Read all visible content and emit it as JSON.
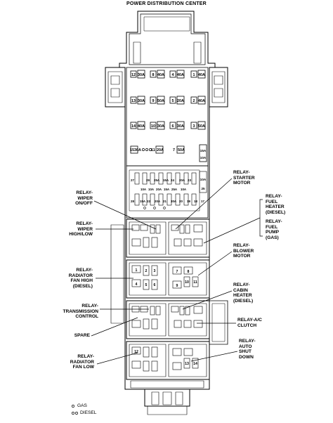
{
  "title": "POWER DISTRIBUTION CENTER",
  "fuse_rows": [
    [
      {
        "num": "12",
        "amp": "30A"
      },
      {
        "num": "8",
        "amp": "40A"
      },
      {
        "num": "4",
        "amp": "40A"
      },
      {
        "num": "1",
        "amp": "40A"
      }
    ],
    [
      {
        "num": "13",
        "amp": "30A"
      },
      {
        "num": "9",
        "amp": "50A"
      },
      {
        "num": "5",
        "amp": "20A"
      },
      {
        "num": "2",
        "amp": "40A"
      }
    ],
    [
      {
        "num": "14",
        "amp": "40A"
      },
      {
        "num": "10",
        "amp": "30A"
      },
      {
        "num": "6",
        "amp": "30A"
      },
      {
        "num": "3",
        "amp": "50A"
      }
    ]
  ],
  "fuse_row4": {
    "left_num": "15",
    "left_amp": "30A",
    "mid_num": "11",
    "mid_amp": "20A",
    "right_num": "7",
    "right_amp": "50A"
  },
  "mini": {
    "right_a": "15A",
    "right_b": "10A",
    "right_c": "10A",
    "right_d": "25",
    "n27": "27",
    "n29": "29",
    "n28": "28",
    "n24": "24",
    "n23": "23",
    "n22": "22",
    "n21": "21",
    "n20": "20",
    "n19": "19",
    "n18": "18",
    "n17": "17",
    "a25": "25A",
    "a15": "15A",
    "a20": "20A",
    "a10": "10A",
    "a10b": "10A",
    "a20b": "20A",
    "a15b": "15A",
    "a25b": "25A",
    "a15c": "15A",
    "a20c": "20A",
    "a30": "30A",
    "a10c": "10A"
  },
  "relay_nums": [
    "1",
    "2",
    "3",
    "4",
    "5",
    "6",
    "7",
    "8",
    "9",
    "10",
    "11",
    "12",
    "13",
    "14"
  ],
  "labels_left": {
    "wiper_onoff": [
      "RELAY-",
      "WIPER",
      "ON/OFF"
    ],
    "wiper_highlow": [
      "RELAY-",
      "WIPER",
      "HIGH/LOW"
    ],
    "radiator_fan_high": [
      "RELAY-",
      "RADIATOR",
      "FAN HIGH",
      "(DIESEL)"
    ],
    "transmission": [
      "RELAY-",
      "TRANSMISSION",
      "CONTROL"
    ],
    "spare": [
      "SPARE"
    ],
    "radiator_fan_low": [
      "RELAY-",
      "RADIATOR",
      "FAN LOW"
    ]
  },
  "labels_right": {
    "starter": [
      "RELAY-",
      "STARTER",
      "MOTOR"
    ],
    "fuel_heater": [
      "RELAY-",
      "FUEL",
      "HEATER",
      "(DIESEL)"
    ],
    "fuel_pump": [
      "RELAY-",
      "FUEL",
      "PUMP",
      "(GAS)"
    ],
    "blower": [
      "RELAY-",
      "BLOWER",
      "MOTOR"
    ],
    "cabin_heater": [
      "RELAY-",
      "CABIN",
      "HEATER",
      "(DIESEL)"
    ],
    "ac_clutch": [
      "RELAY-A/C",
      "CLUTCH"
    ],
    "auto_shutdown": [
      "RELAY-",
      "AUTO",
      "SHUT",
      "DOWN"
    ]
  },
  "legend": {
    "gas": "GAS",
    "diesel": "DIESEL"
  }
}
